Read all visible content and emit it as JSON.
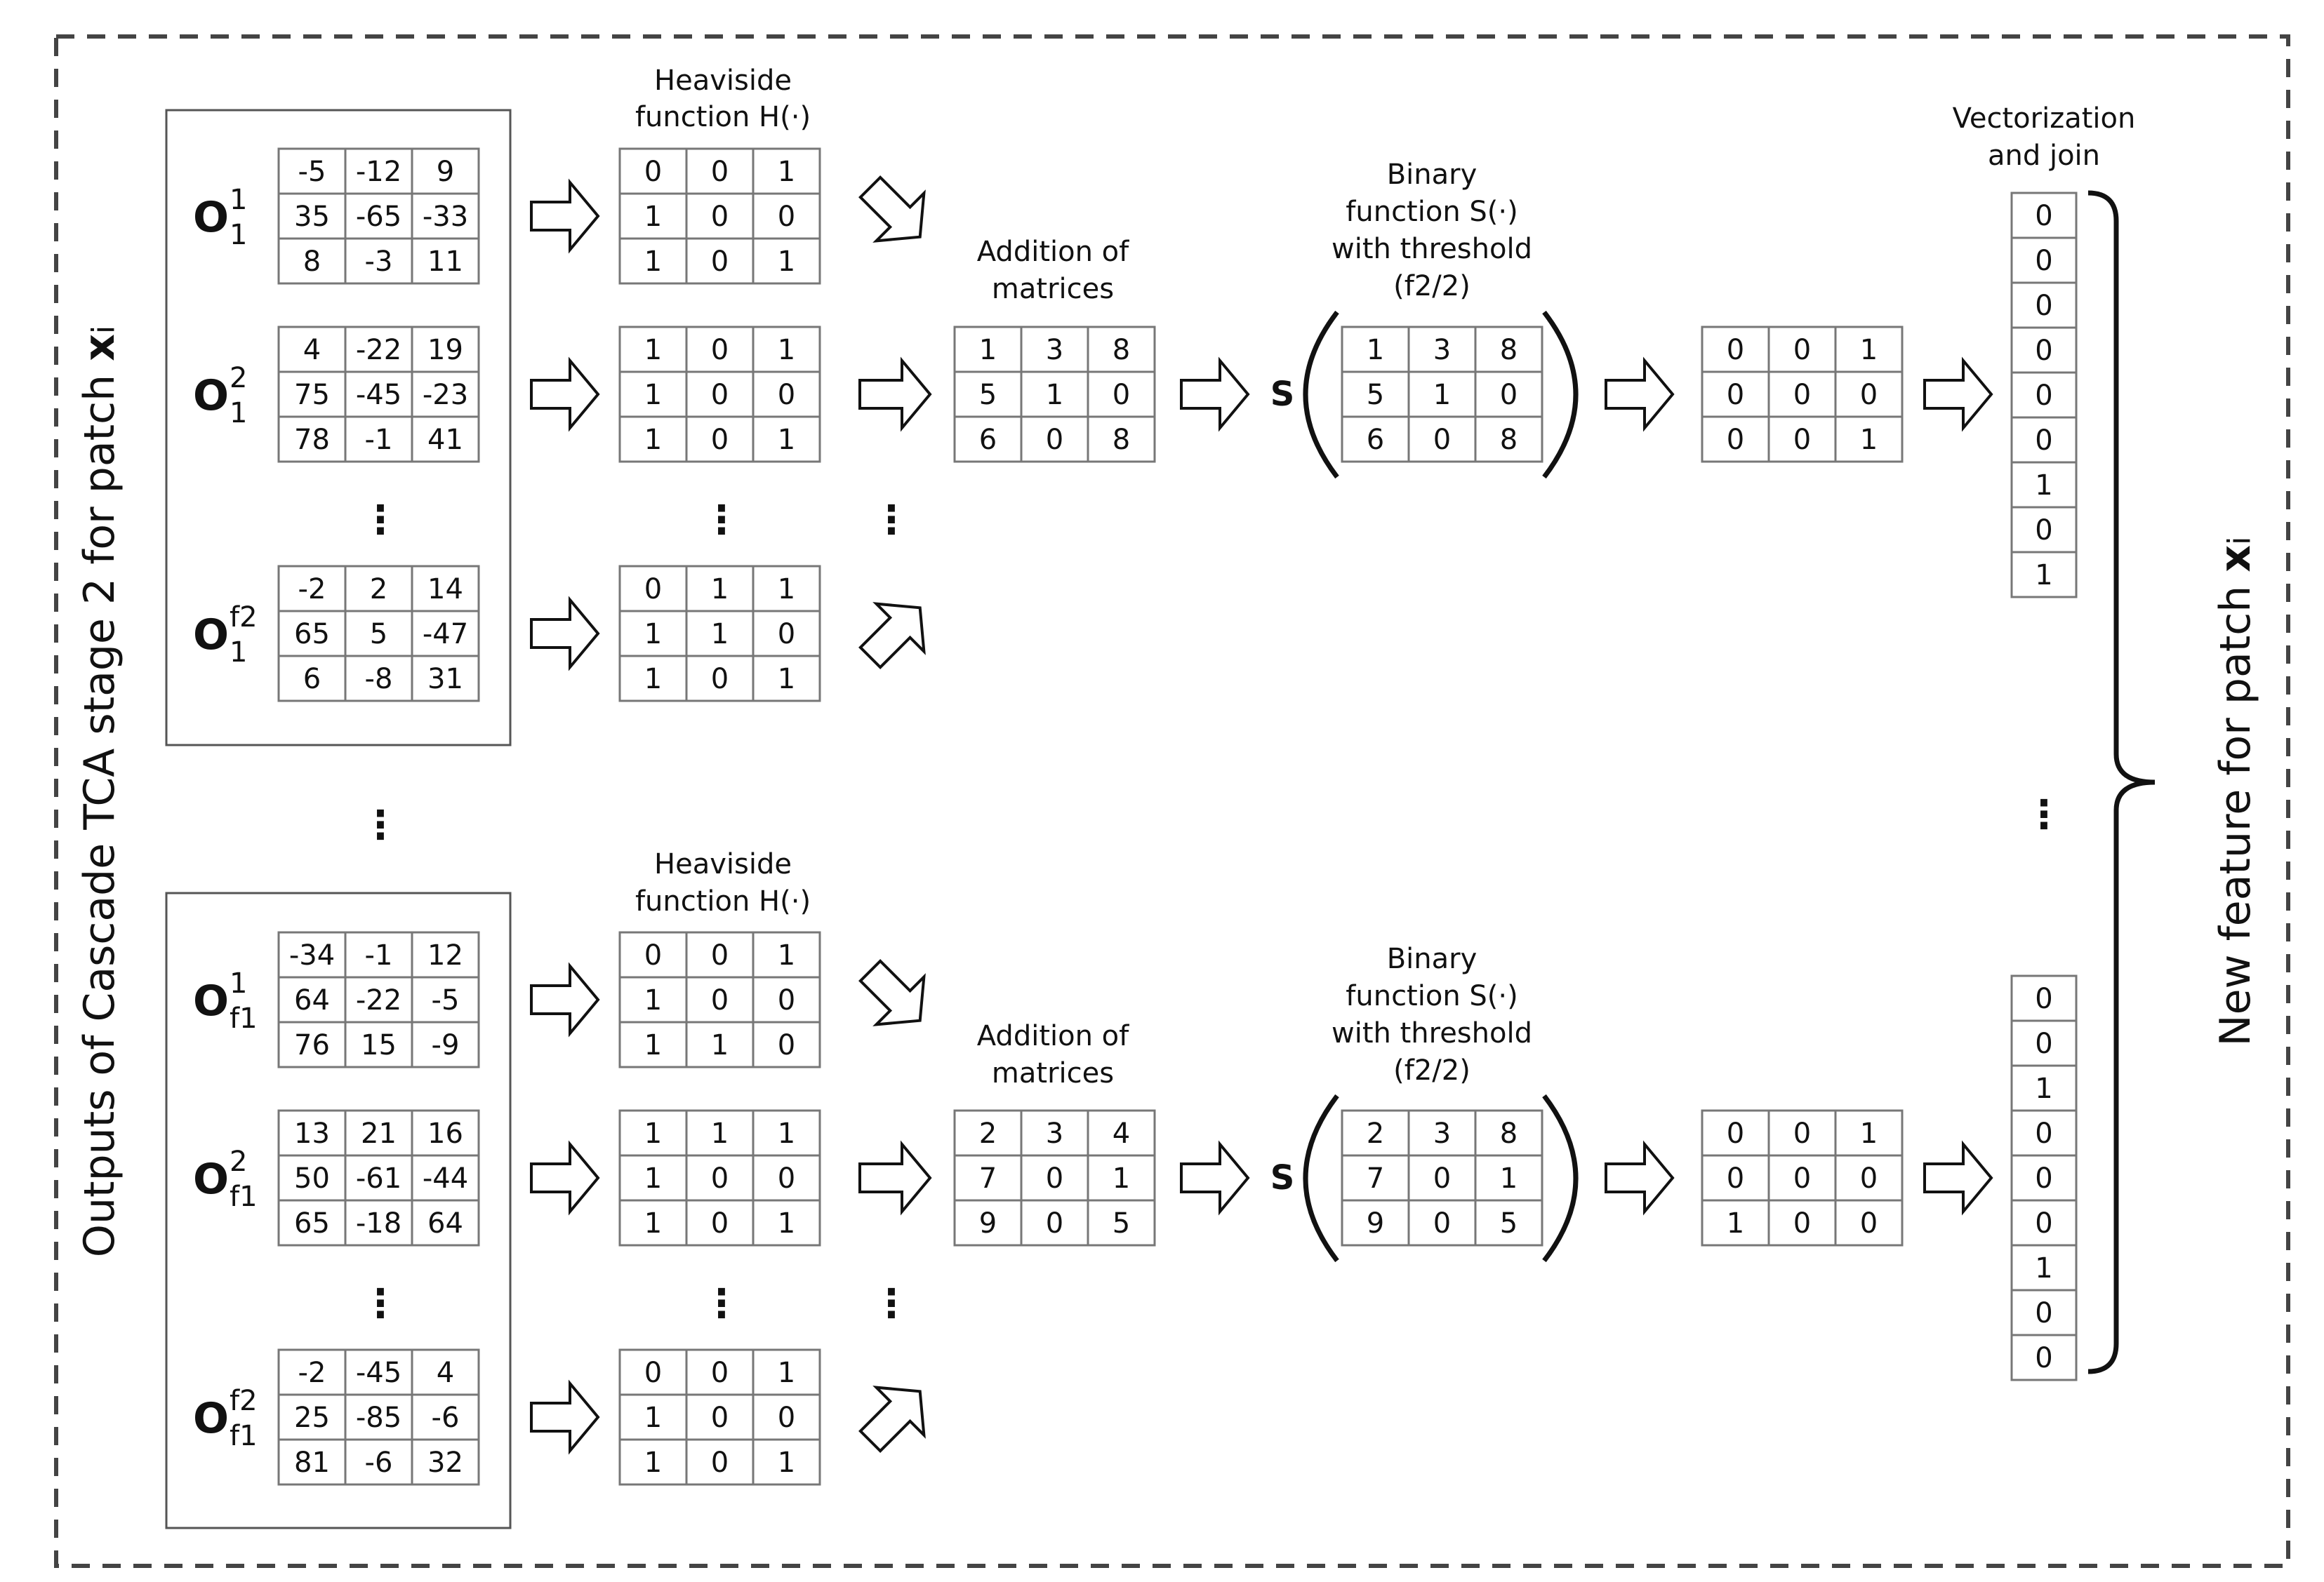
{
  "side_title_left": "Outputs of Cascade TCA stage 2 for patch ",
  "side_title_left_var": "x",
  "side_title_left_sub": "i",
  "side_title_right": "New feature for patch ",
  "side_title_right_var": "x",
  "side_title_right_sub": "i",
  "labels": {
    "heaviside_line1": "Heaviside",
    "heaviside_line2": "function H(·)",
    "addition_line1": "Addition of",
    "addition_line2": "matrices",
    "binary_line1": "Binary",
    "binary_line2": "function S(·)",
    "binary_line3": "with threshold",
    "binary_line4": "(f2/2)",
    "vector_line1": "Vectorization",
    "vector_line2": "and join",
    "s_operator": "S",
    "ellipsis": "⋮"
  },
  "groups": [
    {
      "outputs": [
        {
          "base": "O",
          "sup": "1",
          "sub": "1",
          "values": [
            [
              "-5",
              "-12",
              "9"
            ],
            [
              "35",
              "-65",
              "-33"
            ],
            [
              "8",
              "-3",
              "11"
            ]
          ]
        },
        {
          "base": "O",
          "sup": "2",
          "sub": "1",
          "values": [
            [
              "4",
              "-22",
              "19"
            ],
            [
              "75",
              "-45",
              "-23"
            ],
            [
              "78",
              "-1",
              "41"
            ]
          ]
        },
        {
          "base": "O",
          "sup": "f2",
          "sub": "1",
          "values": [
            [
              "-2",
              "2",
              "14"
            ],
            [
              "65",
              "5",
              "-47"
            ],
            [
              "6",
              "-8",
              "31"
            ]
          ]
        }
      ],
      "heaviside": [
        [
          [
            "0",
            "0",
            "1"
          ],
          [
            "1",
            "0",
            "0"
          ],
          [
            "1",
            "0",
            "1"
          ]
        ],
        [
          [
            "1",
            "0",
            "1"
          ],
          [
            "1",
            "0",
            "0"
          ],
          [
            "1",
            "0",
            "1"
          ]
        ],
        [
          [
            "0",
            "1",
            "1"
          ],
          [
            "1",
            "1",
            "0"
          ],
          [
            "1",
            "0",
            "1"
          ]
        ]
      ],
      "sum": [
        [
          "1",
          "3",
          "8"
        ],
        [
          "5",
          "1",
          "0"
        ],
        [
          "6",
          "0",
          "8"
        ]
      ],
      "binary_input": [
        [
          "1",
          "3",
          "8"
        ],
        [
          "5",
          "1",
          "0"
        ],
        [
          "6",
          "0",
          "8"
        ]
      ],
      "binary_output": [
        [
          "0",
          "0",
          "1"
        ],
        [
          "0",
          "0",
          "0"
        ],
        [
          "0",
          "0",
          "1"
        ]
      ],
      "vector": [
        "0",
        "0",
        "0",
        "0",
        "0",
        "0",
        "1",
        "0",
        "1"
      ]
    },
    {
      "outputs": [
        {
          "base": "O",
          "sup": "1",
          "sub": "f1",
          "values": [
            [
              "-34",
              "-1",
              "12"
            ],
            [
              "64",
              "-22",
              "-5"
            ],
            [
              "76",
              "15",
              "-9"
            ]
          ]
        },
        {
          "base": "O",
          "sup": "2",
          "sub": "f1",
          "values": [
            [
              "13",
              "21",
              "16"
            ],
            [
              "50",
              "-61",
              "-44"
            ],
            [
              "65",
              "-18",
              "64"
            ]
          ]
        },
        {
          "base": "O",
          "sup": "f2",
          "sub": "f1",
          "values": [
            [
              "-2",
              "-45",
              "4"
            ],
            [
              "25",
              "-85",
              "-6"
            ],
            [
              "81",
              "-6",
              "32"
            ]
          ]
        }
      ],
      "heaviside": [
        [
          [
            "0",
            "0",
            "1"
          ],
          [
            "1",
            "0",
            "0"
          ],
          [
            "1",
            "1",
            "0"
          ]
        ],
        [
          [
            "1",
            "1",
            "1"
          ],
          [
            "1",
            "0",
            "0"
          ],
          [
            "1",
            "0",
            "1"
          ]
        ],
        [
          [
            "0",
            "0",
            "1"
          ],
          [
            "1",
            "0",
            "0"
          ],
          [
            "1",
            "0",
            "1"
          ]
        ]
      ],
      "sum": [
        [
          "2",
          "3",
          "4"
        ],
        [
          "7",
          "0",
          "1"
        ],
        [
          "9",
          "0",
          "5"
        ]
      ],
      "binary_input": [
        [
          "2",
          "3",
          "8"
        ],
        [
          "7",
          "0",
          "1"
        ],
        [
          "9",
          "0",
          "5"
        ]
      ],
      "binary_output": [
        [
          "0",
          "0",
          "1"
        ],
        [
          "0",
          "0",
          "0"
        ],
        [
          "1",
          "0",
          "0"
        ]
      ],
      "vector": [
        "0",
        "0",
        "1",
        "0",
        "0",
        "0",
        "1",
        "0",
        "0"
      ]
    }
  ]
}
